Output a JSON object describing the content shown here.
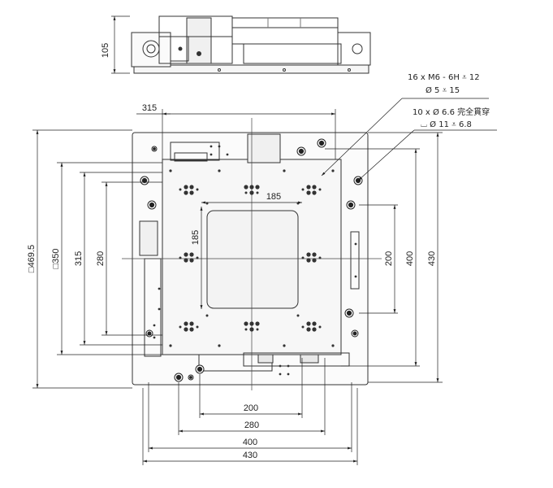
{
  "drawing": {
    "side_view": {
      "height_dim": "105"
    },
    "top_view": {
      "dims": {
        "overall_square": "□469.5",
        "inner_square": "□350",
        "left_315": "315",
        "left_280": "280",
        "top_315": "315",
        "opening_185_h": "185",
        "opening_185_v": "185",
        "right_200": "200",
        "right_400": "400",
        "right_430": "430",
        "bottom_200": "200",
        "bottom_280": "280",
        "bottom_400": "400",
        "bottom_430": "430"
      },
      "notes": {
        "tapped_holes_line1": "16 x  M6 - 6H ⩡ 12",
        "tapped_holes_line2": "Ø 5 ⩡ 15",
        "through_holes_line1": "10 x Ø 6.6 完全貫穿",
        "through_holes_line2": "⌴ Ø 11 ⩡ 6.8"
      }
    }
  }
}
